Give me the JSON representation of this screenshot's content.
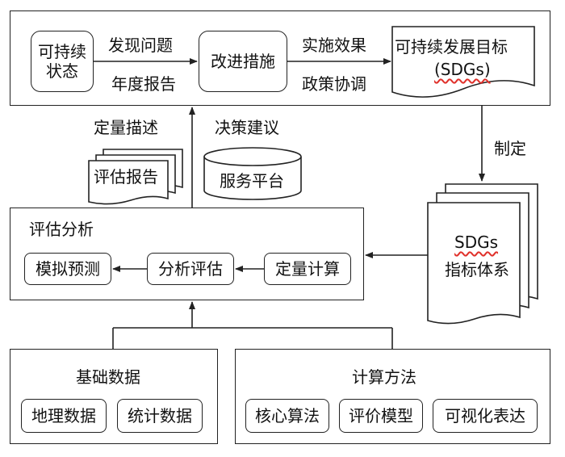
{
  "top": {
    "state_box": "可持续\n状态",
    "arrow1_top": "发现问题",
    "arrow1_bottom": "年度报告",
    "improve_box": "改进措施",
    "arrow2_top": "实施效果",
    "arrow2_bottom": "政策协调",
    "sdg_doc_line1": "可持续发展目标",
    "sdg_doc_line2": "(SDGs)"
  },
  "middle": {
    "quant_desc": "定量描述",
    "decision_advice": "决策建议",
    "eval_report": "评估报告",
    "service_platform": "服务平台",
    "formulate": "制定",
    "indicator_line1": "SDGs",
    "indicator_line2": "指标体系"
  },
  "analysis": {
    "title": "评估分析",
    "simulate": "模拟预测",
    "analyze": "分析评估",
    "quant_calc": "定量计算"
  },
  "base_data": {
    "title": "基础数据",
    "geo": "地理数据",
    "stat": "统计数据"
  },
  "methods": {
    "title": "计算方法",
    "core": "核心算法",
    "eval_model": "评价模型",
    "visual": "可视化表达"
  }
}
